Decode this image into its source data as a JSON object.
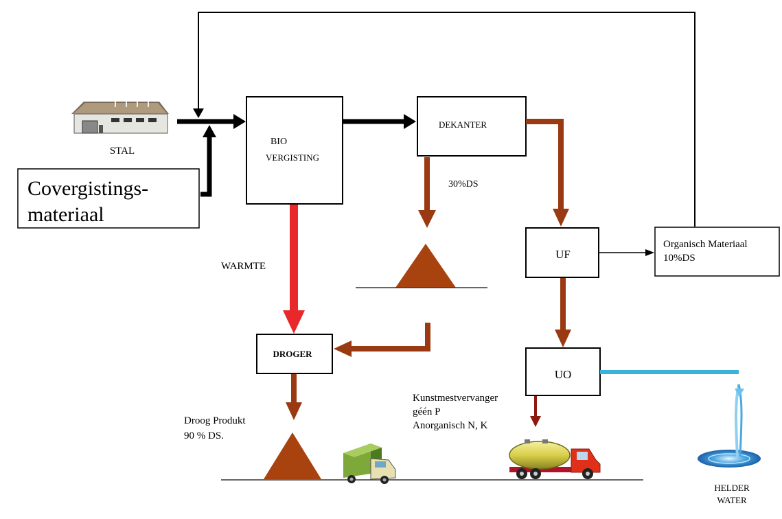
{
  "colors": {
    "main_flow": "#000000",
    "digestate_flow": "#9a3a12",
    "heat_flow": "#e8282a",
    "clean_water": "#39b3dc",
    "fertilizer_flow": "#8b1a0f",
    "pile": "#a8420f"
  },
  "nodes": {
    "stal": {
      "label": "STAL"
    },
    "covergisting": {
      "line1": "Covergistings-",
      "line2": "materiaal"
    },
    "bio": {
      "line1": "BIO",
      "line2": "VERGISTING"
    },
    "dekanter": {
      "label": "DEKANTER"
    },
    "uf": {
      "label": "UF"
    },
    "uo": {
      "label": "UO"
    },
    "droger": {
      "label": "DROGER"
    },
    "organisch": {
      "line1": "Organisch Materiaal",
      "line2": "10%DS"
    }
  },
  "labels": {
    "ds30": "30%DS",
    "warmte": "WARMTE",
    "droog_line1": "Droog Produkt",
    "droog_line2": "90 % DS.",
    "kunstmest_line1": "Kunstmestvervanger",
    "kunstmest_line2": "géén P",
    "kunstmest_line3": "Anorganisch N, K",
    "helder_line1": "HELDER",
    "helder_line2": "WATER"
  },
  "icons": [
    "barn-icon",
    "delivery-truck-icon",
    "tanker-truck-icon",
    "water-splash-icon"
  ]
}
